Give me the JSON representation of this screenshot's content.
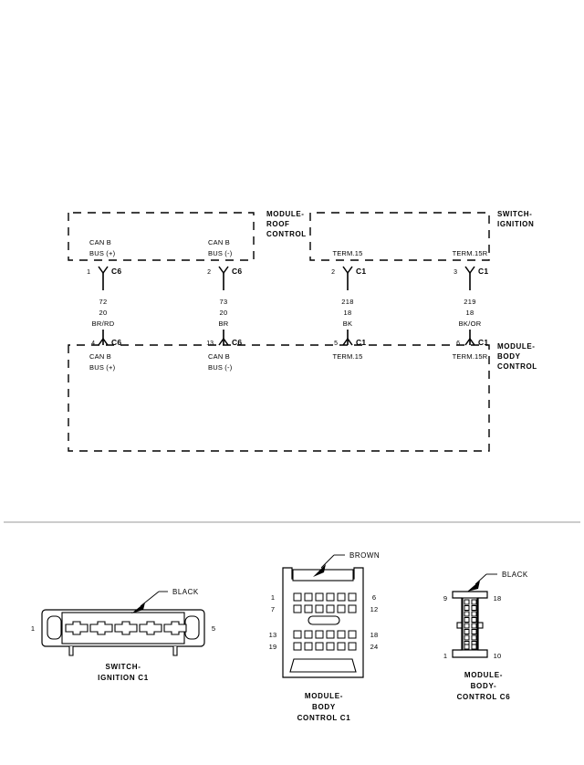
{
  "document": {
    "type": "automotive-wiring-diagram",
    "title": "CAN B Bus / Ignition Circuit"
  },
  "schematic": {
    "modules": [
      {
        "id": "module-roof-control",
        "label_lines": [
          "MODULE-",
          "ROOF",
          "CONTROL"
        ]
      },
      {
        "id": "switch-ignition",
        "label_lines": [
          "SWITCH-",
          "IGNITION"
        ]
      },
      {
        "id": "module-body-control",
        "label_lines": [
          "MODULE-",
          "BODY",
          "CONTROL"
        ]
      }
    ],
    "circuits": [
      {
        "id": "can-b-bus-plus",
        "top_signal_lines": [
          "CAN B",
          "BUS (+)"
        ],
        "top_pin": "1",
        "top_connector": "C6",
        "wire_number": "72",
        "wire_gauge": "20",
        "wire_color": "BR/RD",
        "bottom_pin": "4",
        "bottom_connector": "C6",
        "bottom_signal_lines": [
          "CAN B",
          "BUS (+)"
        ]
      },
      {
        "id": "can-b-bus-minus",
        "top_signal_lines": [
          "CAN B",
          "BUS (-)"
        ],
        "top_pin": "2",
        "top_connector": "C6",
        "wire_number": "73",
        "wire_gauge": "20",
        "wire_color": "BR",
        "bottom_pin": "13",
        "bottom_connector": "C6",
        "bottom_signal_lines": [
          "CAN B",
          "BUS (-)"
        ]
      },
      {
        "id": "term-15",
        "top_signal_lines": [
          "TERM.15"
        ],
        "top_pin": "2",
        "top_connector": "C1",
        "wire_number": "218",
        "wire_gauge": "18",
        "wire_color": "BK",
        "bottom_pin": "5",
        "bottom_connector": "C1",
        "bottom_signal_lines": [
          "TERM.15"
        ]
      },
      {
        "id": "term-15r",
        "top_signal_lines": [
          "TERM.15R"
        ],
        "top_pin": "3",
        "top_connector": "C1",
        "wire_number": "219",
        "wire_gauge": "18",
        "wire_color": "BK/OR",
        "bottom_pin": "6",
        "bottom_connector": "C1",
        "bottom_signal_lines": [
          "TERM.15R"
        ]
      }
    ]
  },
  "connector_views": [
    {
      "id": "switch-ignition-c1",
      "caption_lines": [
        "SWITCH-",
        "IGNITION C1"
      ],
      "color_callout": "BLACK",
      "left_pin": "1",
      "right_pin": "5",
      "cavity_count": 5,
      "orientation": "horizontal"
    },
    {
      "id": "module-body-control-c1",
      "caption_lines": [
        "MODULE-",
        "BODY",
        "CONTROL C1"
      ],
      "color_callout": "BROWN",
      "corner_pins": {
        "top_left": "1",
        "top_right": "6",
        "row2_left": "7",
        "row2_right": "12",
        "row3_left": "13",
        "row3_right": "18",
        "bottom_left": "19",
        "bottom_right": "24"
      },
      "cavity_count": 24,
      "orientation": "grid"
    },
    {
      "id": "module-body-control-c6",
      "caption_lines": [
        "MODULE-",
        "BODY-",
        "CONTROL C6"
      ],
      "color_callout": "BLACK",
      "corner_pins": {
        "top_left": "9",
        "top_right": "18",
        "bottom_left": "1",
        "bottom_right": "10"
      },
      "cavity_count": 18,
      "orientation": "vertical"
    }
  ],
  "colors": {
    "ink": "#000000",
    "paper": "#ffffff",
    "rule": "#9a9a9a"
  }
}
